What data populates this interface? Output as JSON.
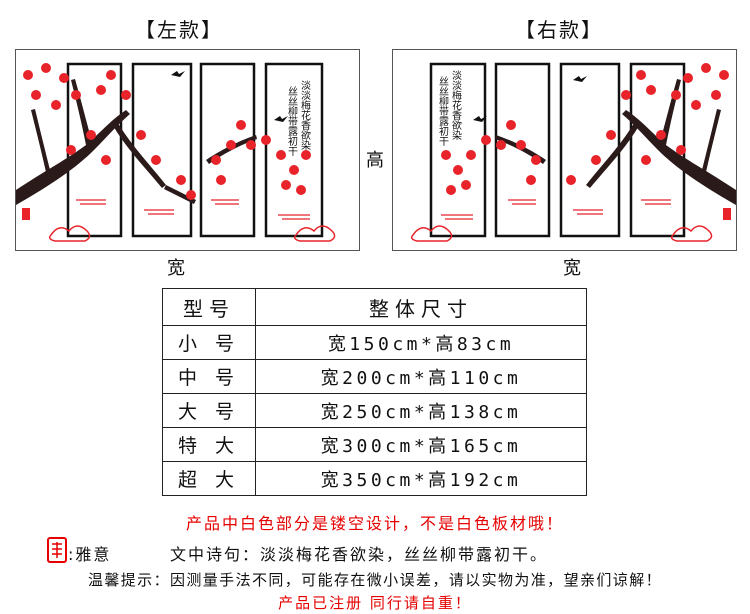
{
  "titles": {
    "left": "【左款】",
    "right": "【右款】"
  },
  "dimension_labels": {
    "width_left": "宽",
    "width_right": "宽",
    "height": "高"
  },
  "poem_vertical": [
    "淡淡梅花香欲染",
    "丝丝柳带露初干"
  ],
  "size_table": {
    "headers": [
      "型号",
      "整体尺寸"
    ],
    "rows": [
      {
        "model": "小 号",
        "size": "宽150cm*高83cm"
      },
      {
        "model": "中 号",
        "size": "宽200cm*高110cm"
      },
      {
        "model": "大 号",
        "size": "宽250cm*高138cm"
      },
      {
        "model": "特 大",
        "size": "宽300cm*高165cm"
      },
      {
        "model": "超 大",
        "size": "宽350cm*高192cm"
      }
    ]
  },
  "notes": {
    "hollow": "产品中白色部分是镂空设计，不是白色板材哦！",
    "poem_prefix": ":雅意",
    "poem_line": "文中诗句：淡淡梅花香欲染，丝丝柳带露初干。",
    "reminder": "温馨提示：因测量手法不同，可能存在微小误差，请以实物为准，望亲们谅解！",
    "registered": "产品已注册  同行请自重！"
  },
  "colors": {
    "accent_red": "#e60000",
    "blossom_red": "#e8232a",
    "branch": "#2a1a1a"
  }
}
